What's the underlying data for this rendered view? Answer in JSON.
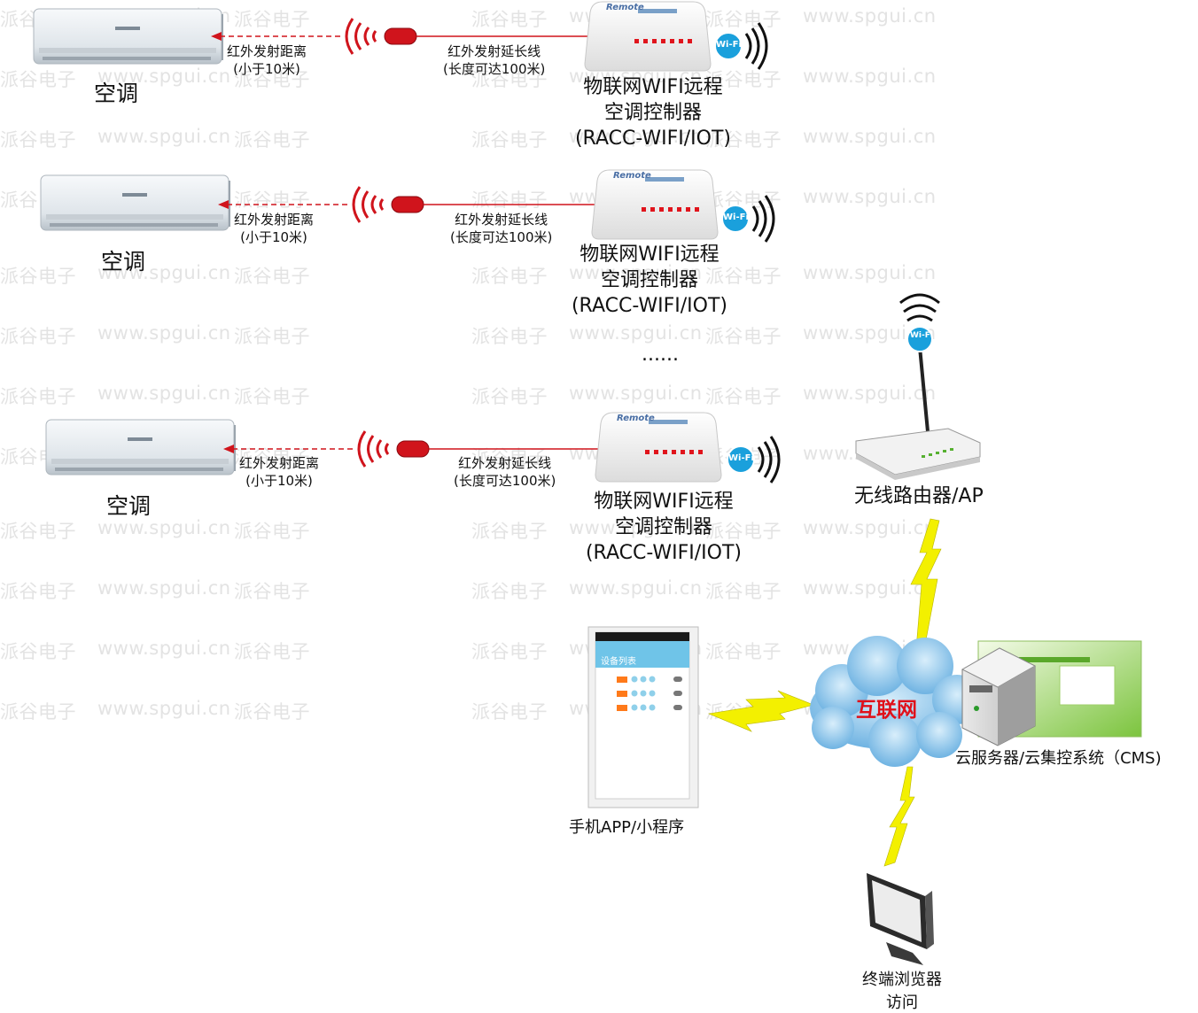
{
  "watermark": {
    "brand": "派谷电子",
    "site": "www.spgui.cn"
  },
  "rows": [
    {
      "ac_label": "空调",
      "ir_label": [
        "红外发射距离",
        "(小于10米)"
      ],
      "ext_label": [
        "红外发射延长线",
        "(长度可达100米)"
      ],
      "controller_label": [
        "物联网WIFI远程",
        "空调控制器",
        "(RACC-WIFI/IOT)"
      ]
    },
    {
      "ac_label": "空调",
      "ir_label": [
        "红外发射距离",
        "(小于10米)"
      ],
      "ext_label": [
        "红外发射延长线",
        "(长度可达100米)"
      ],
      "controller_label": [
        "物联网WIFI远程",
        "空调控制器",
        "(RACC-WIFI/IOT)"
      ]
    },
    {
      "ac_label": "空调",
      "ir_label": [
        "红外发射距离",
        "(小于10米)"
      ],
      "ext_label": [
        "红外发射延长线",
        "(长度可达100米)"
      ],
      "controller_label": [
        "物联网WIFI远程",
        "空调控制器",
        "(RACC-WIFI/IOT)"
      ]
    }
  ],
  "device_brand_text": "Remote",
  "wifi_badge_text": "Wi-Fi",
  "ellipsis": "......",
  "router_label": "无线路由器/AP",
  "internet_label": "互联网",
  "server_label": "云服务器/云集控系统（CMS)",
  "phone_label": "手机APP/小程序",
  "phone_screen_title": "设备列表",
  "browser_label": [
    "终端浏览器",
    "访问"
  ],
  "colors": {
    "ir_line": "#d0141c",
    "lightning": "#f3f000",
    "cloud": "#8ec7ec",
    "internet_text": "#e0101a",
    "wifi_badge": "#1aa0dc",
    "watermark": "#e3e3e3"
  }
}
